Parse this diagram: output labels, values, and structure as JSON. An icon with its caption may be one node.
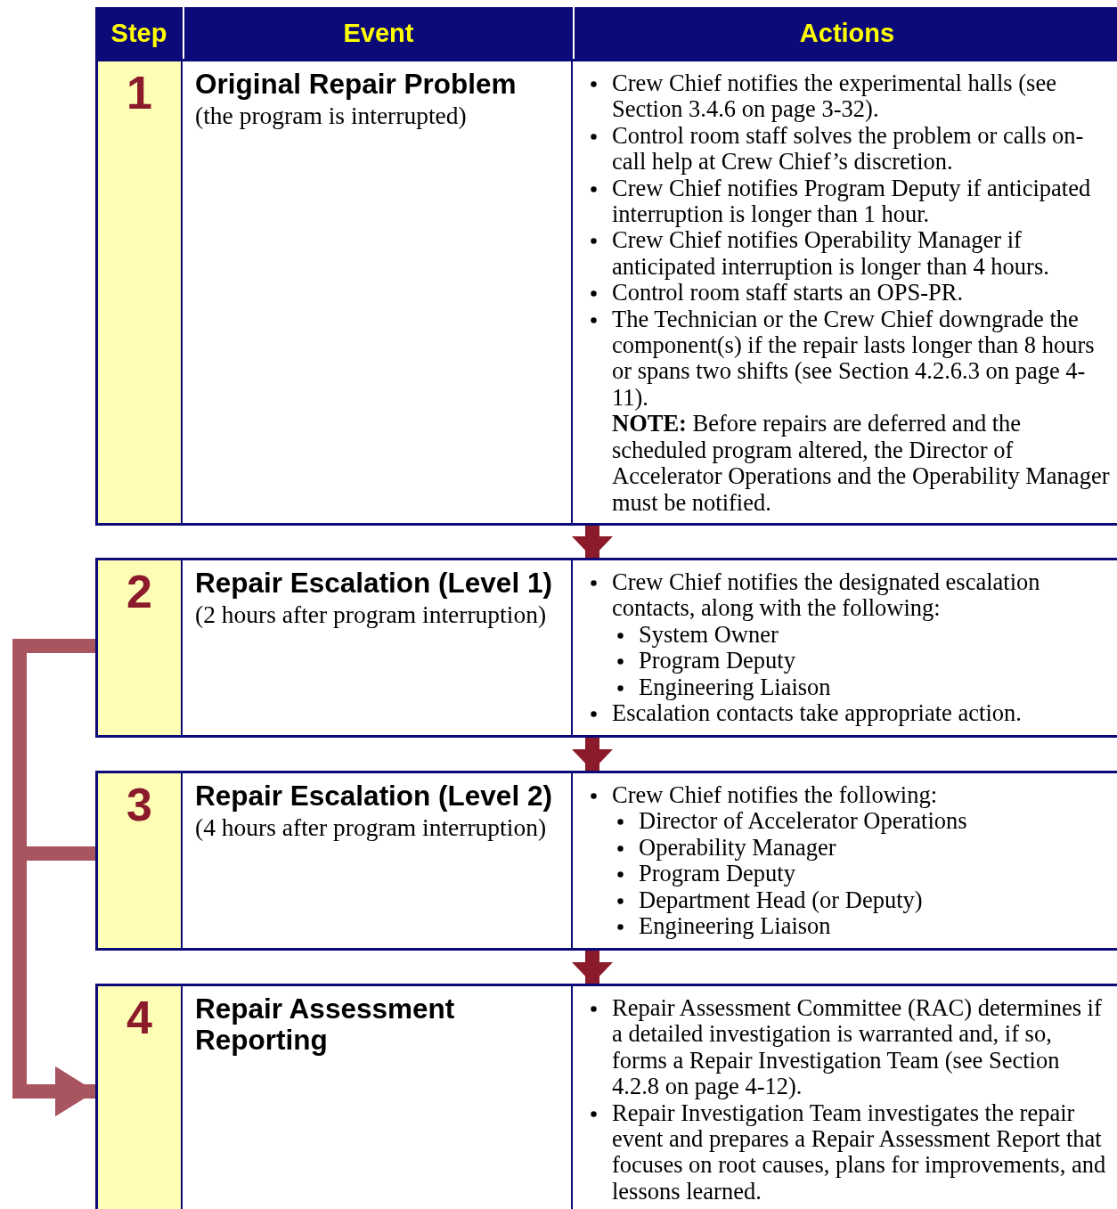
{
  "diagram": {
    "nodes": [
      {
        "text": [
          "1",
          "Original Repair Problem",
          "(the program is interrupted)",
          "Crew Chief notifies the experimental halls (see Section 3.4.6 on page 3-32).",
          "Control room staff solves the problem or calls on-call help at Crew Chief’s discretion.",
          "Crew Chief notifies Program Deputy if anticipated interruption is longer than 1 hour.",
          "Crew Chief notifies Operability Manager if anticipated interruption is longer than 4 hours.",
          "Control room staff starts an OPS-PR.",
          "The Technician or the Crew Chief downgrade the component(s) if the repair lasts longer than 8 hours or spans two shifts (see Section 4.2.6.3 on page 4-11).",
          "**NOTE:** Before repairs are deferred and the scheduled program altered, the Director of Accelerator Operations and the Operability Manager must be notified."
        ]
      },
      {
        "text": [
          "2",
          "Repair Escalation (Level 1)",
          "(2 hours after program interruption)",
          "Crew Chief notifies the designated escalation contacts, along with the following:",
          "System Owner",
          "Program Deputy",
          "Engineering Liaison",
          "Escalation contacts take appropriate action."
        ]
      },
      {
        "text": [
          "3",
          "Repair Escalation (Level 2)",
          "(4 hours after program interruption)",
          "Crew Chief notifies the following:",
          "Director of Accelerator Operations",
          "Operability Manager",
          "Program Deputy",
          "Department Head (or Deputy)",
          "Engineering Liaison"
        ]
      },
      {
        "text": [
          "4",
          "Repair Assessment Reporting",
          "Repair Assessment Committee (RAC) determines if a detailed investigation is warranted and, if so, forms a Repair Investigation Team (see Section 4.2.8 on page 4-12).",
          "Repair Investigation Team investigates the repair event and prepares a Repair Assessment Report that focuses on root causes, plans for improvements, and lessons learned."
        ]
      }
    ],
    "edges": [
      {
        "from": 0,
        "to": 1,
        "arrow": "to"
      },
      {
        "from": 1,
        "to": 2,
        "arrow": "to"
      },
      {
        "from": 2,
        "to": 3,
        "arrow": "to"
      },
      {
        "from": 1,
        "to": 3,
        "arrow": "to",
        "color": "#a85560"
      },
      {
        "from": 2,
        "to": 3,
        "arrow": "to",
        "color": "#a85560"
      }
    ],
    "labels": [
      "Step",
      "Event",
      "Actions"
    ]
  }
}
